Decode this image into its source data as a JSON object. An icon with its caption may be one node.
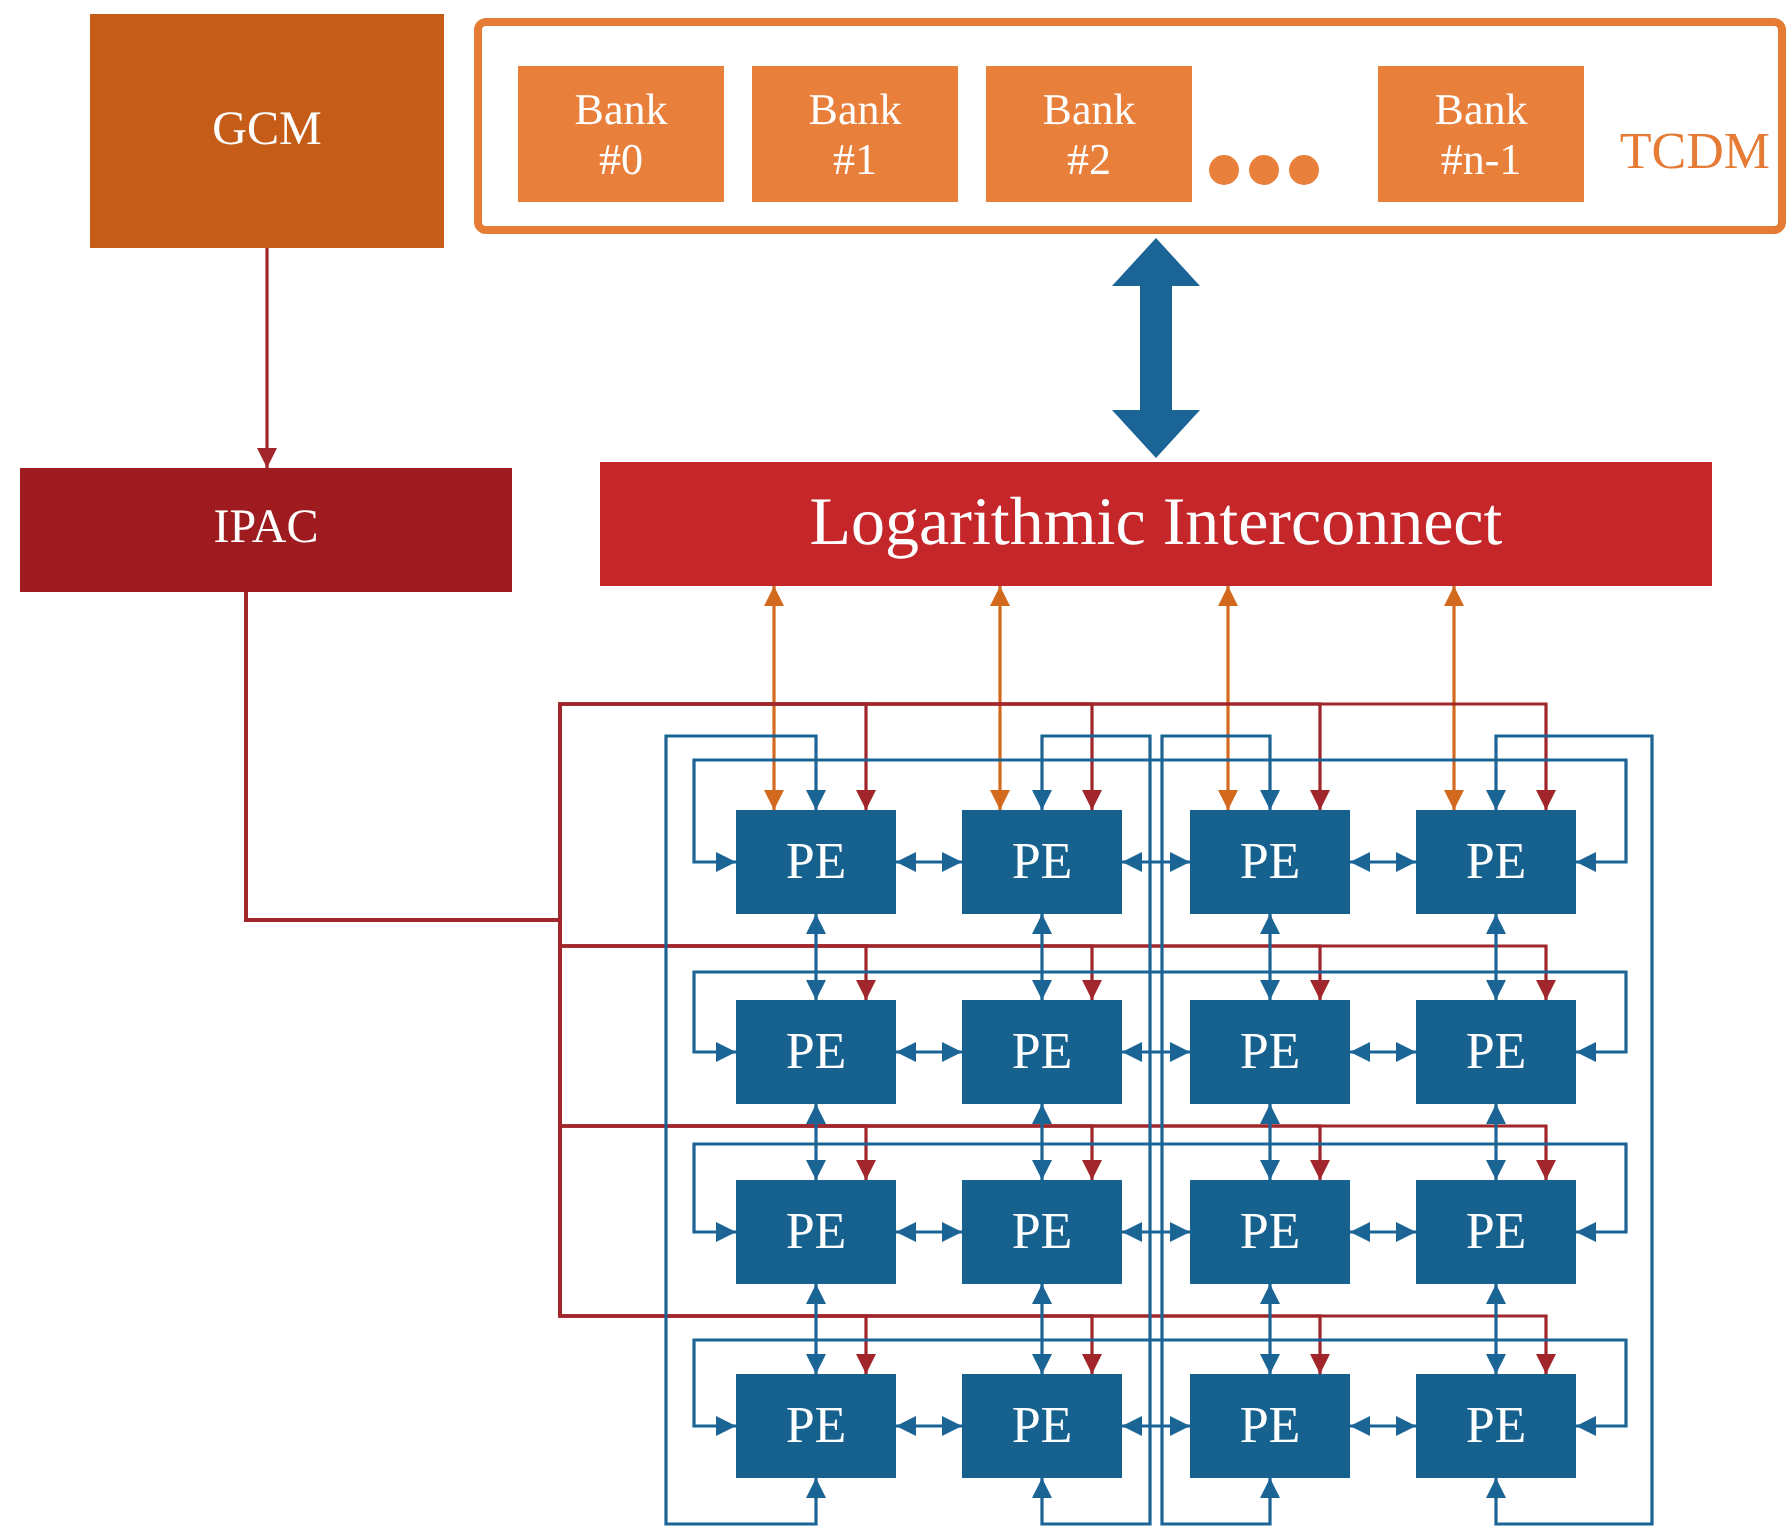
{
  "diagram": {
    "nodes": [
      {
        "text": [
          "GCM"
        ]
      },
      {
        "text": [
          "TCDM"
        ]
      },
      {
        "text": [
          "Bank #0"
        ],
        "in": 1
      },
      {
        "text": [
          "Bank #1"
        ],
        "in": 1
      },
      {
        "text": [
          "Bank #2"
        ],
        "in": 1
      },
      {
        "text": [
          "Bank #n-1"
        ],
        "in": 1
      },
      {
        "text": [
          "IPAC"
        ]
      },
      {
        "text": [
          "Logarithmic Interconnect"
        ]
      },
      {
        "text": [
          "PE"
        ]
      },
      {
        "text": [
          "PE"
        ]
      },
      {
        "text": [
          "PE"
        ]
      },
      {
        "text": [
          "PE"
        ]
      },
      {
        "text": [
          "PE"
        ]
      },
      {
        "text": [
          "PE"
        ]
      },
      {
        "text": [
          "PE"
        ]
      },
      {
        "text": [
          "PE"
        ]
      },
      {
        "text": [
          "PE"
        ]
      },
      {
        "text": [
          "PE"
        ]
      },
      {
        "text": [
          "PE"
        ]
      },
      {
        "text": [
          "PE"
        ]
      },
      {
        "text": [
          "PE"
        ]
      },
      {
        "text": [
          "PE"
        ]
      },
      {
        "text": [
          "PE"
        ]
      },
      {
        "text": [
          "PE"
        ]
      }
    ],
    "edges": [
      {
        "from": 0,
        "to": 6,
        "arrow": "to",
        "color": "#a0262b"
      },
      {
        "from": 1,
        "to": 7,
        "arrow": "both",
        "style": "thick"
      },
      {
        "from": 7,
        "to": 8,
        "arrow": "both",
        "color": "#d2691e"
      },
      {
        "from": 7,
        "to": 9,
        "arrow": "both",
        "color": "#d2691e"
      },
      {
        "from": 7,
        "to": 10,
        "arrow": "both",
        "color": "#d2691e"
      },
      {
        "from": 7,
        "to": 11,
        "arrow": "both",
        "color": "#d2691e"
      },
      {
        "from": 6,
        "to": 8,
        "arrow": "to",
        "color": "#a0262b"
      },
      {
        "from": 6,
        "to": 9,
        "arrow": "to",
        "color": "#a0262b"
      },
      {
        "from": 6,
        "to": 10,
        "arrow": "to",
        "color": "#a0262b"
      },
      {
        "from": 6,
        "to": 11,
        "arrow": "to",
        "color": "#a0262b"
      },
      {
        "from": 6,
        "to": 12,
        "arrow": "to",
        "color": "#a0262b"
      },
      {
        "from": 6,
        "to": 13,
        "arrow": "to",
        "color": "#a0262b"
      },
      {
        "from": 6,
        "to": 14,
        "arrow": "to",
        "color": "#a0262b"
      },
      {
        "from": 6,
        "to": 15,
        "arrow": "to",
        "color": "#a0262b"
      },
      {
        "from": 6,
        "to": 16,
        "arrow": "to",
        "color": "#a0262b"
      },
      {
        "from": 6,
        "to": 17,
        "arrow": "to",
        "color": "#a0262b"
      },
      {
        "from": 6,
        "to": 18,
        "arrow": "to",
        "color": "#a0262b"
      },
      {
        "from": 6,
        "to": 19,
        "arrow": "to",
        "color": "#a0262b"
      },
      {
        "from": 6,
        "to": 20,
        "arrow": "to",
        "color": "#a0262b"
      },
      {
        "from": 6,
        "to": 21,
        "arrow": "to",
        "color": "#a0262b"
      },
      {
        "from": 6,
        "to": 22,
        "arrow": "to",
        "color": "#a0262b"
      },
      {
        "from": 6,
        "to": 23,
        "arrow": "to",
        "color": "#a0262b"
      },
      {
        "from": 8,
        "to": 9,
        "arrow": "both"
      },
      {
        "from": 9,
        "to": 10,
        "arrow": "both"
      },
      {
        "from": 10,
        "to": 11,
        "arrow": "both"
      },
      {
        "from": 12,
        "to": 13,
        "arrow": "both"
      },
      {
        "from": 13,
        "to": 14,
        "arrow": "both"
      },
      {
        "from": 14,
        "to": 15,
        "arrow": "both"
      },
      {
        "from": 16,
        "to": 17,
        "arrow": "both"
      },
      {
        "from": 17,
        "to": 18,
        "arrow": "both"
      },
      {
        "from": 18,
        "to": 19,
        "arrow": "both"
      },
      {
        "from": 20,
        "to": 21,
        "arrow": "both"
      },
      {
        "from": 21,
        "to": 22,
        "arrow": "both"
      },
      {
        "from": 22,
        "to": 23,
        "arrow": "both"
      },
      {
        "from": 8,
        "to": 12,
        "arrow": "both"
      },
      {
        "from": 9,
        "to": 13,
        "arrow": "both"
      },
      {
        "from": 10,
        "to": 14,
        "arrow": "both"
      },
      {
        "from": 11,
        "to": 15,
        "arrow": "both"
      },
      {
        "from": 12,
        "to": 16,
        "arrow": "both"
      },
      {
        "from": 13,
        "to": 17,
        "arrow": "both"
      },
      {
        "from": 14,
        "to": 18,
        "arrow": "both"
      },
      {
        "from": 15,
        "to": 19,
        "arrow": "both"
      },
      {
        "from": 16,
        "to": 20,
        "arrow": "both"
      },
      {
        "from": 17,
        "to": 21,
        "arrow": "both"
      },
      {
        "from": 18,
        "to": 22,
        "arrow": "both"
      },
      {
        "from": 19,
        "to": 23,
        "arrow": "both"
      },
      {
        "from": 8,
        "to": 11,
        "arrow": "both"
      },
      {
        "from": 12,
        "to": 15,
        "arrow": "both"
      },
      {
        "from": 16,
        "to": 19,
        "arrow": "both"
      },
      {
        "from": 20,
        "to": 23,
        "arrow": "both"
      },
      {
        "from": 8,
        "to": 20,
        "arrow": "both"
      },
      {
        "from": 9,
        "to": 21,
        "arrow": "both"
      },
      {
        "from": 10,
        "to": 22,
        "arrow": "both"
      },
      {
        "from": 11,
        "to": 23,
        "arrow": "both"
      }
    ]
  }
}
